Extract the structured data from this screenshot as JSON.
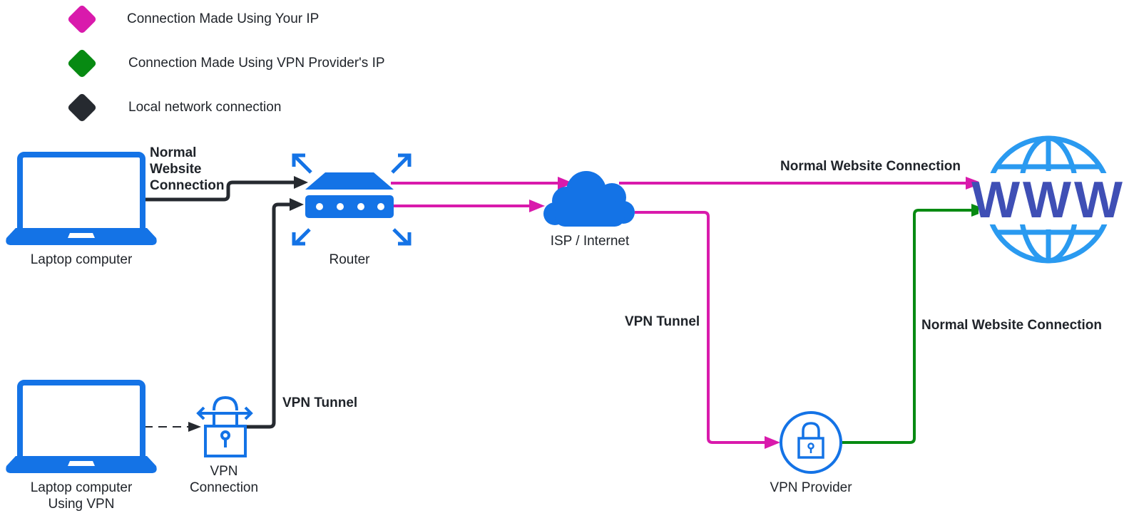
{
  "colors": {
    "your_ip": "#d91aac",
    "vpn_ip": "#078a12",
    "local": "#262a30",
    "icon_blue": "#1473e6",
    "globe_blue": "#2a9af0",
    "www_text": "#3f4fb5"
  },
  "legend": [
    {
      "label": "Connection Made Using Your IP",
      "color_key": "your_ip"
    },
    {
      "label": "Connection Made Using VPN Provider's IP",
      "color_key": "vpn_ip"
    },
    {
      "label": "Local network connection",
      "color_key": "local"
    }
  ],
  "nodes": {
    "laptop": {
      "label": "Laptop computer"
    },
    "laptop_vpn": {
      "label_line1": "Laptop computer",
      "label_line2": "Using VPN"
    },
    "vpn_connection": {
      "label_line1": "VPN",
      "label_line2": "Connection"
    },
    "router": {
      "label": "Router"
    },
    "isp": {
      "label": "ISP / Internet"
    },
    "vpn_provider": {
      "label": "VPN Provider"
    },
    "www": {
      "glyph_text": "WWW"
    }
  },
  "edge_labels": {
    "laptop_router": {
      "line1": "Normal",
      "line2": "Website",
      "line3": "Connection"
    },
    "vpnconn_router": "VPN Tunnel",
    "isp_www": "Normal Website Connection",
    "isp_vpnprovider": "VPN Tunnel",
    "vpnprovider_www": "Normal Website Connection"
  }
}
